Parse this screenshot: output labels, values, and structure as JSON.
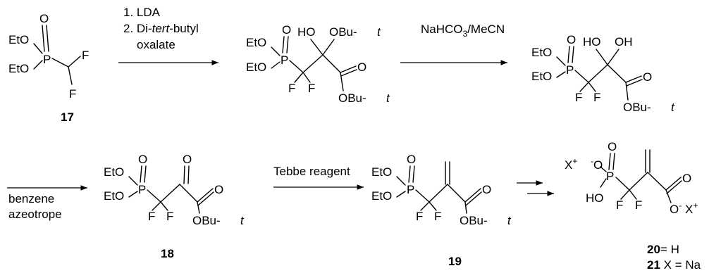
{
  "scheme": {
    "step1": {
      "line1": "1. LDA",
      "line2_pre": "2. Di-",
      "line2_ital": "tert",
      "line2_post": "-butyl",
      "line3": "oxalate"
    },
    "step2": {
      "pre": "NaHCO",
      "sub": "3",
      "post": "/MeCN"
    },
    "step3": {
      "line1": "benzene",
      "line2": "azeotrope"
    },
    "step4": {
      "text": "Tebbe reagent"
    },
    "labels": {
      "c17": "17",
      "c18": "18",
      "c19": "19",
      "c20_num": "20",
      "c20_rest": "= H",
      "c21_num": "21",
      "c21_rest": "X = Na"
    },
    "atoms": {
      "EtO": "EtO",
      "O": "O",
      "P": "P",
      "F": "F",
      "HO": "HO",
      "OH": "OH",
      "OBu_t": "OBu-",
      "t": "t",
      "X": "X",
      "plus": "+",
      "minus": "-"
    }
  }
}
